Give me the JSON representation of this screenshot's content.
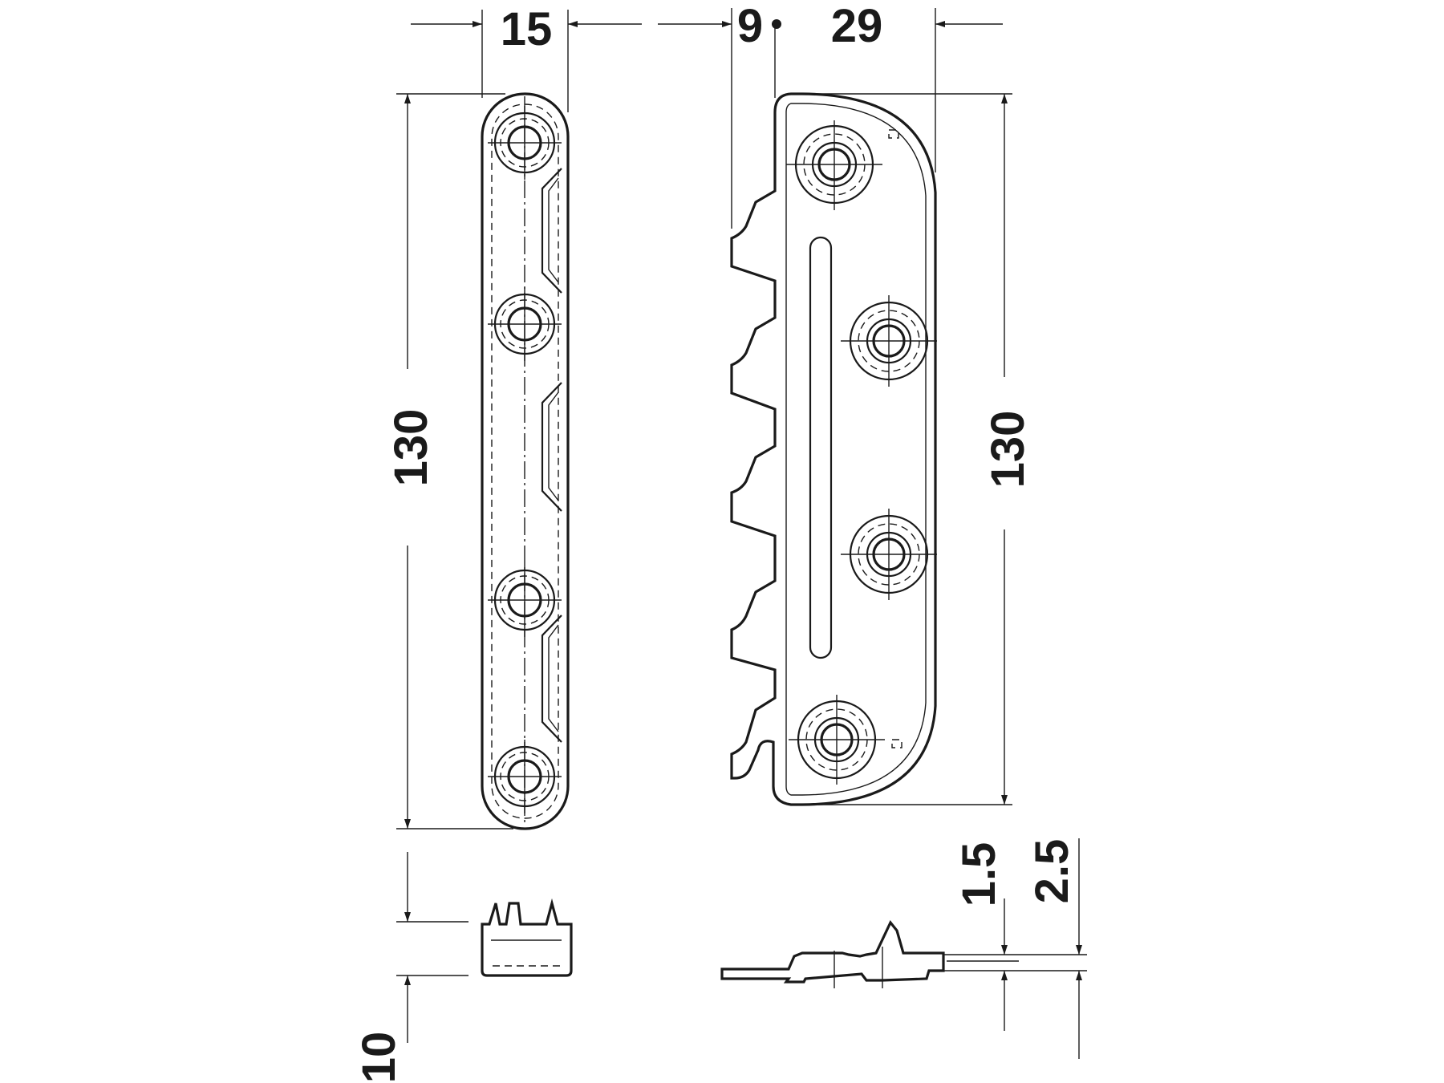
{
  "dimensions": {
    "plate_width": "15",
    "hook_offset": "9",
    "plate_depth": "29",
    "left_length": "130",
    "right_length": "130",
    "thickness_a": "1.5",
    "thickness_b": "2.5",
    "profile_height": "10"
  },
  "colors": {
    "line": "#1a1a1a",
    "background": "#ffffff"
  }
}
